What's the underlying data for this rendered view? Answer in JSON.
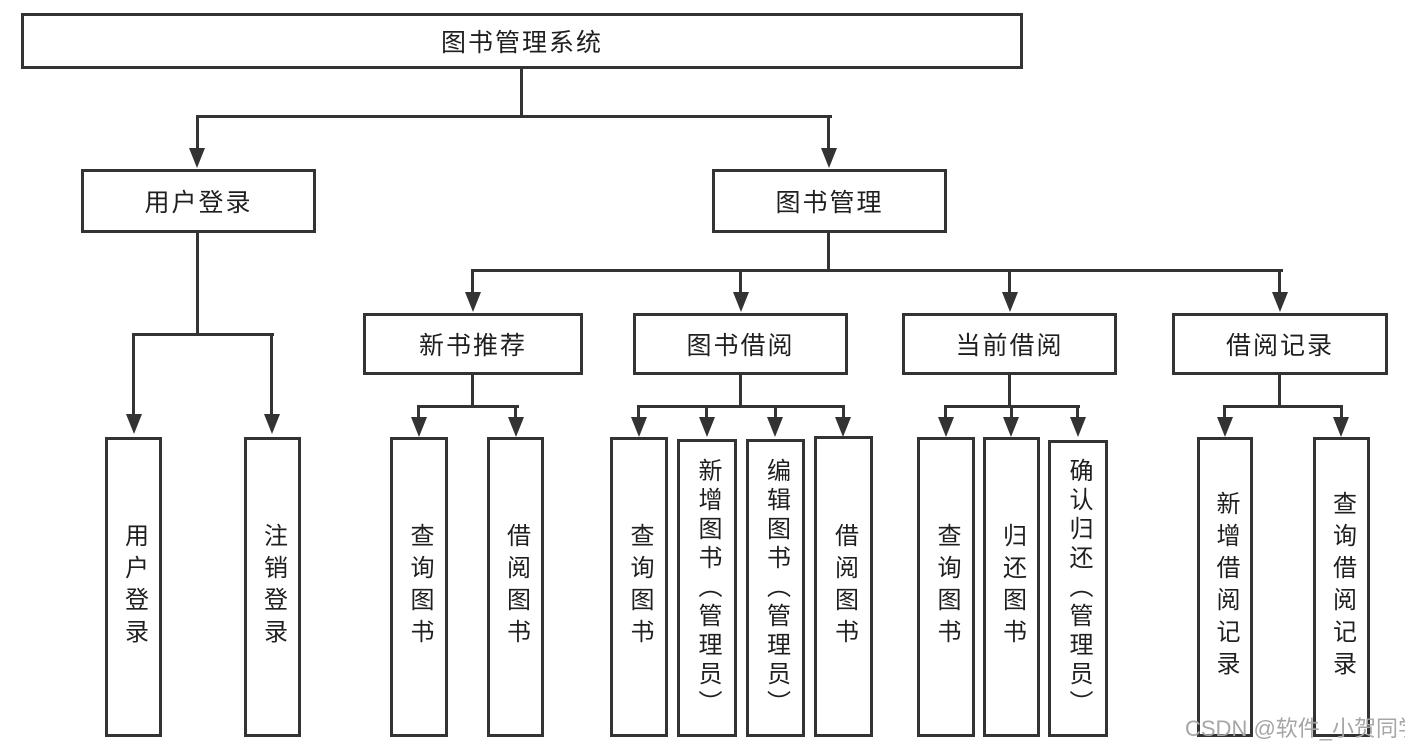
{
  "diagram": {
    "root": {
      "label": "图书管理系统"
    },
    "branches": [
      {
        "label": "用户登录",
        "children": [
          {
            "label": "用户登录"
          },
          {
            "label": "注销登录"
          }
        ]
      },
      {
        "label": "图书管理",
        "children": [
          {
            "label": "新书推荐",
            "children": [
              {
                "label": "查询图书"
              },
              {
                "label": "借阅图书"
              }
            ]
          },
          {
            "label": "图书借阅",
            "children": [
              {
                "label": "查询图书"
              },
              {
                "label": "新增图书（管理员）"
              },
              {
                "label": "编辑图书（管理员）"
              },
              {
                "label": "借阅图书"
              }
            ]
          },
          {
            "label": "当前借阅",
            "children": [
              {
                "label": "查询图书"
              },
              {
                "label": "归还图书"
              },
              {
                "label": "确认归还（管理员）"
              }
            ]
          },
          {
            "label": "借阅记录",
            "children": [
              {
                "label": "新增借阅记录"
              },
              {
                "label": "查询借阅记录"
              }
            ]
          }
        ]
      }
    ]
  },
  "watermark": {
    "text": "CSDN @软件_小贺同学"
  },
  "colors": {
    "line": "#333333",
    "box-fill": "#ffffff",
    "text": "#1f1f1f",
    "watermark": "#a6a6a6",
    "bg": "#ffffff"
  }
}
